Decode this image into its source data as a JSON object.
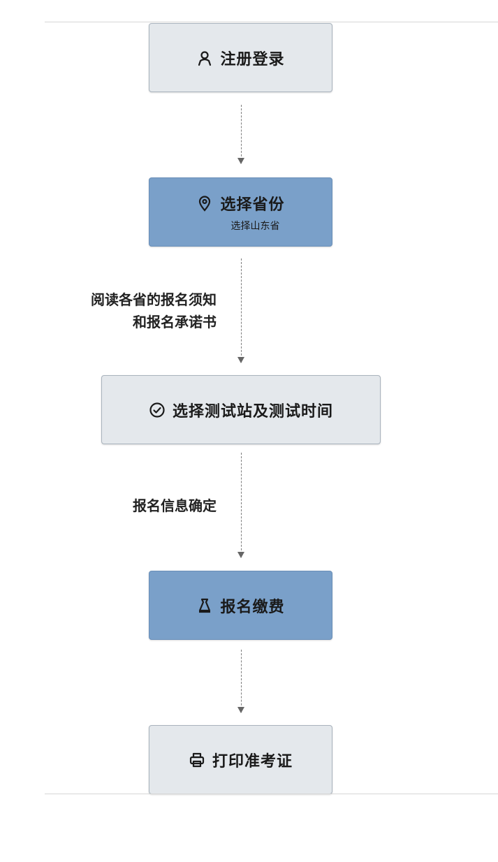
{
  "steps": [
    {
      "label": "注册登录",
      "icon": "user-icon"
    },
    {
      "label": "选择省份",
      "sub": "选择山东省",
      "icon": "location-pin-icon"
    },
    {
      "label": "选择测试站及测试时间",
      "icon": "check-circle-icon"
    },
    {
      "label": "报名缴费",
      "icon": "payment-icon"
    },
    {
      "label": "打印准考证",
      "icon": "printer-icon"
    }
  ],
  "notes": {
    "read_line1": "阅读各省的报名须知",
    "read_line2": "和报名承诺书",
    "confirm": "报名信息确定"
  },
  "colors": {
    "step_light": "#e4e8ec",
    "step_dark": "#7aa0c9",
    "connector": "#7c7c7c"
  }
}
